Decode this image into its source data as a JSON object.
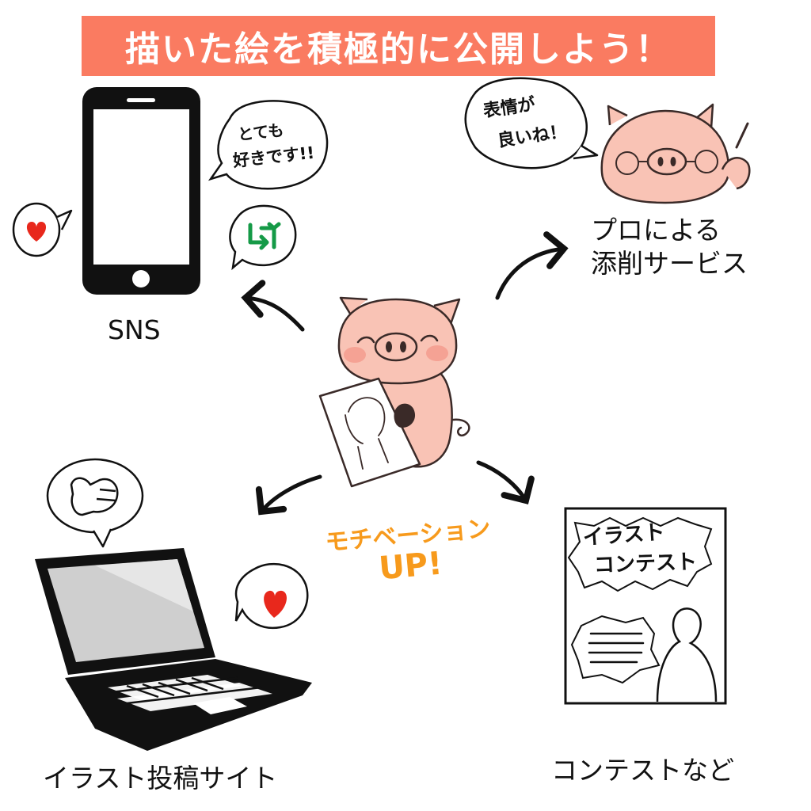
{
  "header": {
    "title": "描いた絵を積極的に公開しよう！"
  },
  "labels": {
    "sns": "SNS",
    "pro_line1": "プロによる",
    "pro_line2": "添削サービス",
    "illust_site": "イラスト投稿サイト",
    "contest": "コンテストなど"
  },
  "bubbles": {
    "sns_line1": "とても",
    "sns_line2": "好きです!!",
    "pro_line1": "表情が",
    "pro_line2": "良いね！",
    "contest_line1": "イラスト",
    "contest_line2": "コンテスト"
  },
  "center": {
    "motivation_line1": "モチベーション",
    "motivation_line2": "UP!"
  },
  "colors": {
    "banner": "#FA7B61",
    "pig_skin": "#F9C3B5",
    "pig_line": "#3A2A28",
    "cheek": "#F49A8C",
    "heart": "#E8281C",
    "repost": "#159A47",
    "motivation": "#F79A1C",
    "device": "#111111"
  },
  "icons": [
    "heart-icon",
    "repost-icon",
    "thumbs-up-icon",
    "smartphone-icon",
    "laptop-icon",
    "pig-mascot",
    "pen-icon"
  ]
}
